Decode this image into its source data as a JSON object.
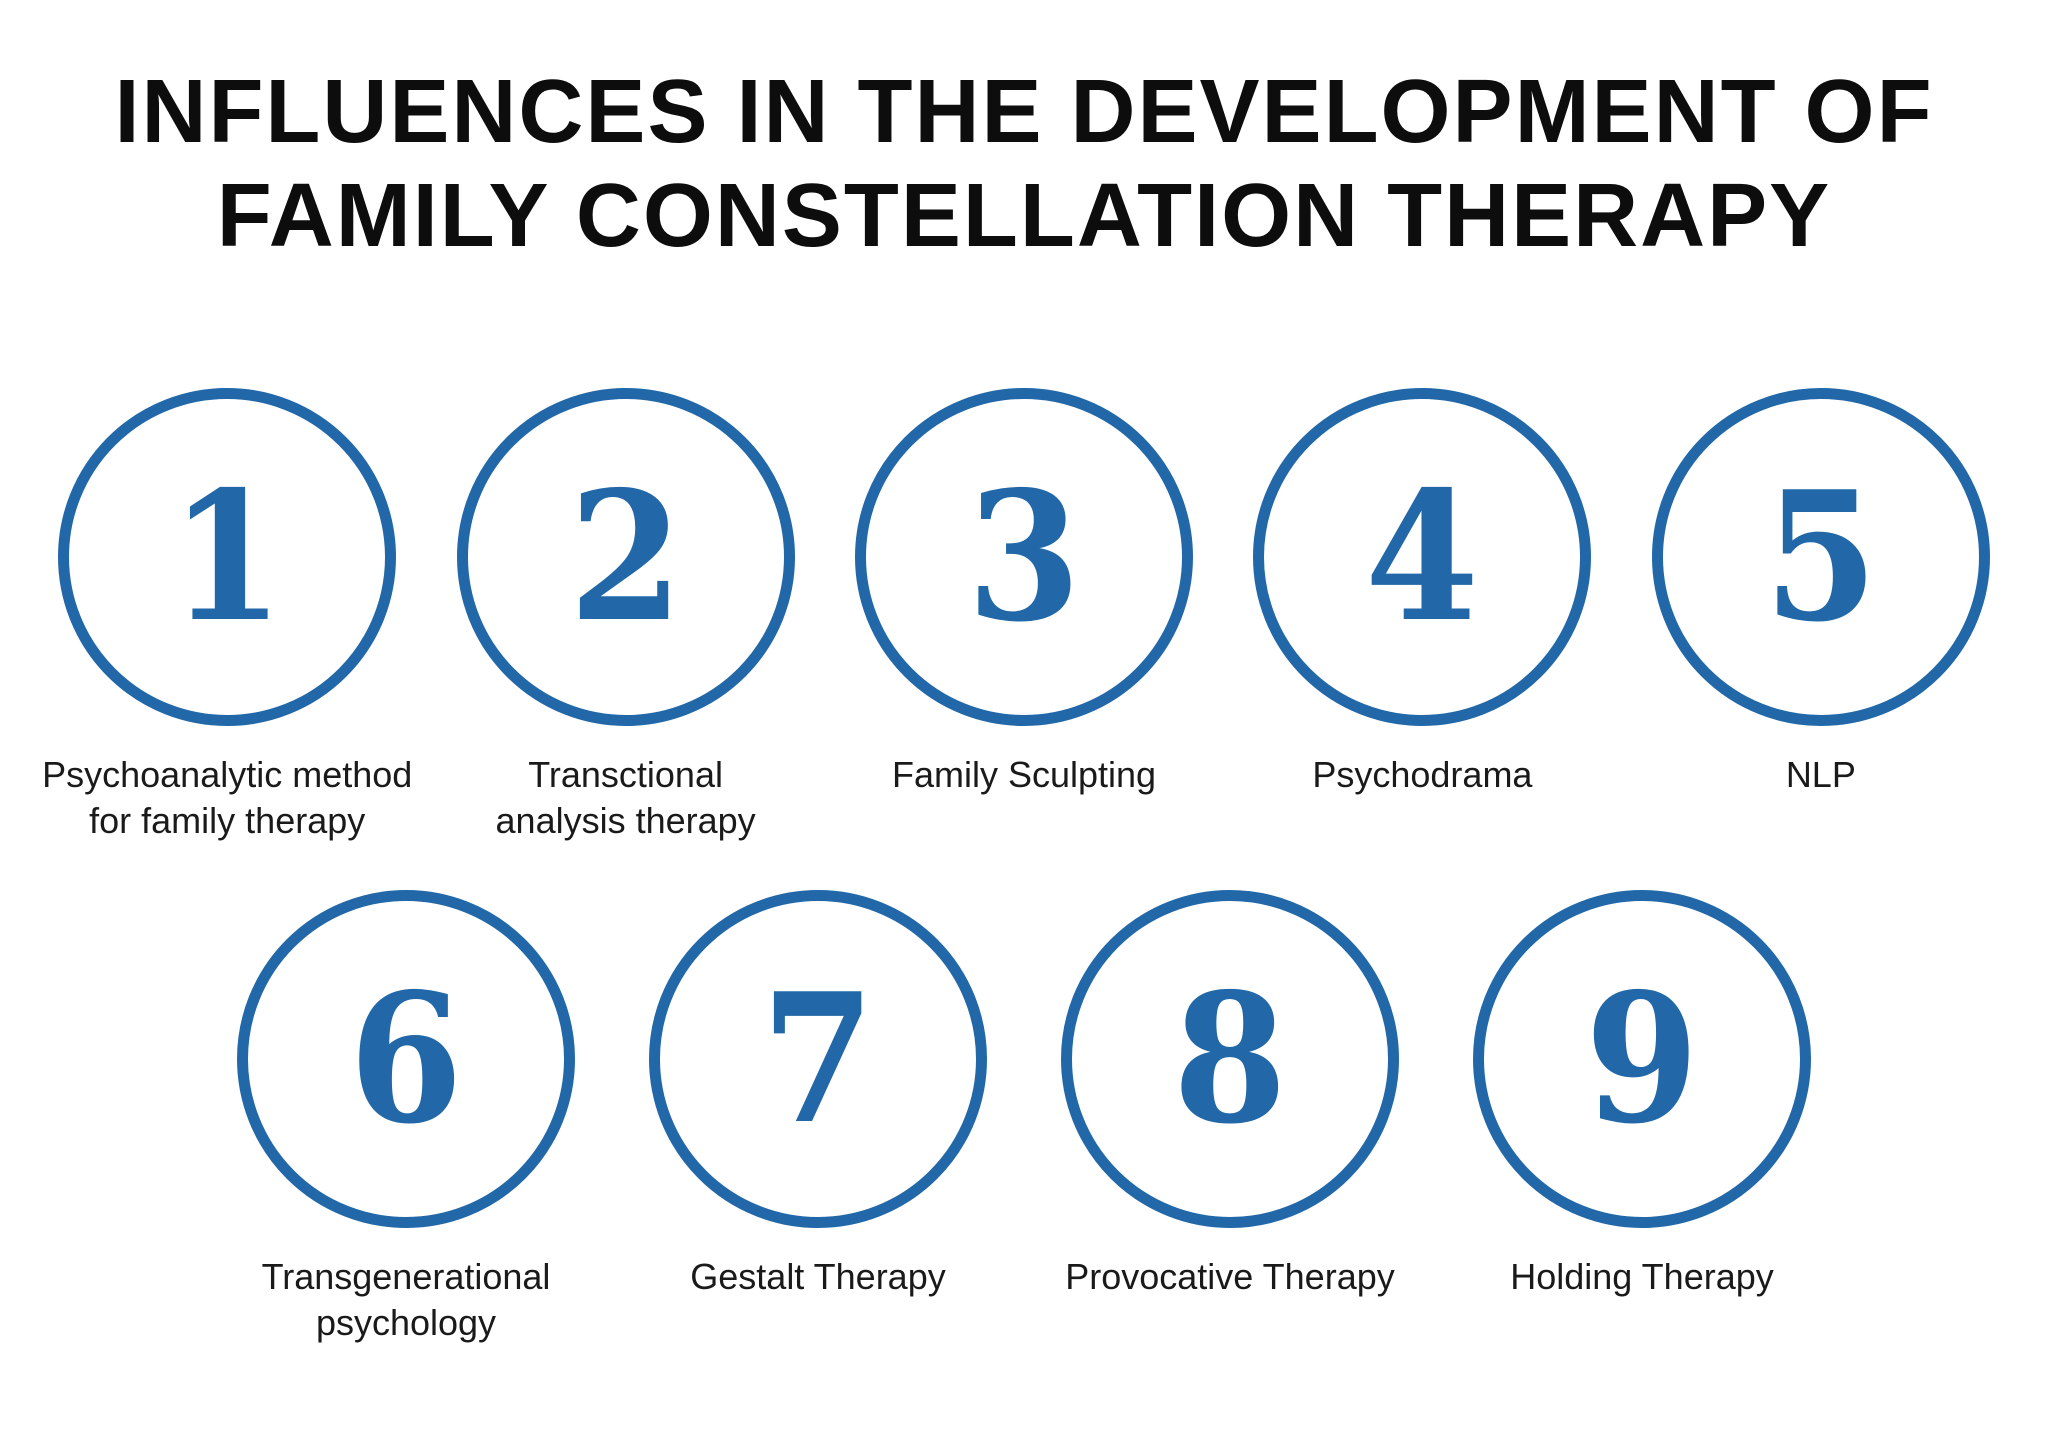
{
  "page": {
    "background_color": "#ffffff",
    "accent_color": "#2268a8",
    "title_color": "#0d0d0d",
    "label_color": "#1a1a1a"
  },
  "title": {
    "line1": "INFLUENCES IN THE DEVELOPMENT OF",
    "line2": "FAMILY CONSTELLATION THERAPY"
  },
  "row1": {
    "items": [
      {
        "number": "1",
        "label": "Psychoanalytic method\nfor family therapy"
      },
      {
        "number": "2",
        "label": "Transctional\nanalysis therapy"
      },
      {
        "number": "3",
        "label": "Family Sculpting"
      },
      {
        "number": "4",
        "label": "Psychodrama"
      },
      {
        "number": "5",
        "label": "NLP"
      }
    ]
  },
  "row2": {
    "items": [
      {
        "number": "6",
        "label": "Transgenerational\npsychology"
      },
      {
        "number": "7",
        "label": "Gestalt Therapy"
      },
      {
        "number": "8",
        "label": "Provocative Therapy"
      },
      {
        "number": "9",
        "label": "Holding Therapy"
      }
    ]
  }
}
